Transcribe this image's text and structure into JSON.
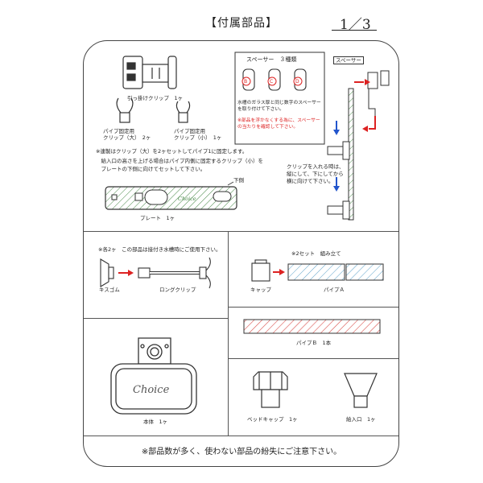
{
  "header": {
    "title": "【付属部品】",
    "page": "1／3"
  },
  "section_top": {
    "pull_clip_label": "引っ掛けクリップ　1ヶ",
    "clip_large_label_1": "パイプ固定用",
    "clip_large_label_2": "クリップ（大）　2ヶ",
    "clip_small_label_1": "パイプ固定用",
    "clip_small_label_2": "クリップ（小）　1ヶ",
    "note_line_1": "※連製はクリップ（大）を2ヶセットしてパイプ1に固定します。",
    "note_line_2": "　給入口の高さを上げる場合はパイプ内側に固定するクリップ（小）を",
    "note_line_3": "　プレートの下側に向けてセットして下さい。",
    "lower_side_label": "下側",
    "plate_label": "プレート　1ヶ",
    "plate_text": "Choice",
    "spacer_title": "スペーサー　３種類",
    "spacer_b": "B",
    "spacer_c": "C",
    "spacer_d": "D",
    "spacer_desc_1": "水槽のガラス厚と同じ数字のスペーサー",
    "spacer_desc_2": "を取り付けて下さい。",
    "spacer_warn_1": "※部品を浮かなくする為に、スペーサー",
    "spacer_warn_2": "の当たりを確認して下さい。",
    "spacer_side_label": "スペーサー",
    "clip_insert_1": "クリップを入れる時は、",
    "clip_insert_2": "縦にして、下にしてから",
    "clip_insert_3": "横に向けて下さい。"
  },
  "section_suction": {
    "note": "※各2ヶ　この部品は接付き水槽時にご使用下さい。",
    "suction_label": "キスゴム",
    "long_clip_label": "ロングクリップ"
  },
  "section_pipe_a": {
    "note": "※2セット　組み立て",
    "cap_label": "キャップ",
    "pipe_label": "パイプＡ"
  },
  "section_pipe_b": {
    "pipe_label": "パイプＢ　1本"
  },
  "section_body": {
    "body_label": "本体　1ヶ",
    "logo_text": "Choice"
  },
  "section_caps": {
    "bed_cap_label": "ベッドキャップ　1ヶ",
    "inlet_label": "給入口　1ヶ"
  },
  "footer": {
    "warning": "※部品数が多く、使わない部品の紛失にご注意下さい。"
  },
  "colors": {
    "accent_red": "#dd2222",
    "hatch_green": "#4a8a4a",
    "hatch_red": "#d9534f",
    "hatch_blue": "#5aa0c8",
    "arrow_blue": "#2255cc"
  }
}
